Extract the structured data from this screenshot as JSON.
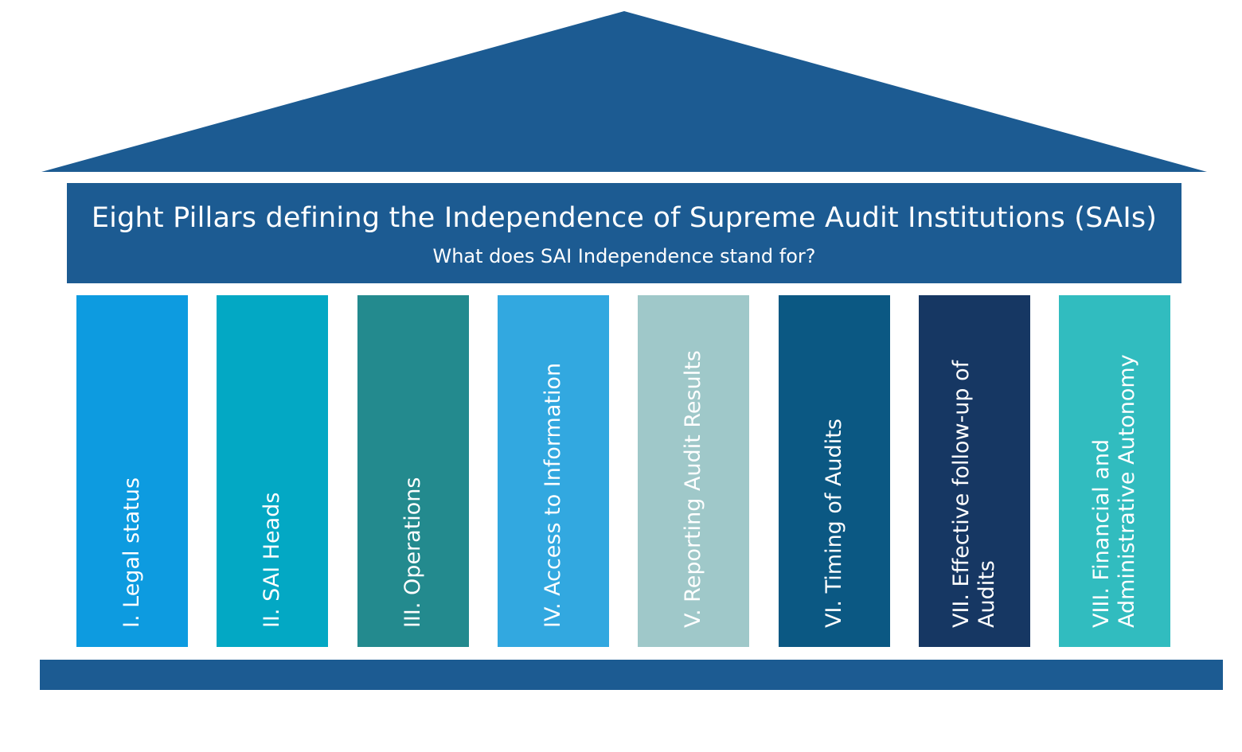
{
  "header": {
    "title": "Eight Pillars defining the Independence of Supreme Audit Institutions (SAIs)",
    "subtitle": "What does SAI Independence stand for?"
  },
  "colors": {
    "structure": "#1c5b92"
  },
  "pillars": [
    {
      "label": "I. Legal status",
      "color": "#0d9be0"
    },
    {
      "label": "II. SAI Heads",
      "color": "#03a8c4"
    },
    {
      "label": "III. Operations",
      "color": "#238a8e"
    },
    {
      "label": "IV. Access to Information",
      "color": "#32a8e0"
    },
    {
      "label": "V. Reporting Audit Results",
      "color": "#9fc8c9"
    },
    {
      "label": "VI. Timing of Audits",
      "color": "#0b5883"
    },
    {
      "label": "VII. Effective follow-up of Audits",
      "color": "#163763"
    },
    {
      "label": "VIII. Financial and Administrative Autonomy",
      "color": "#31bcbf"
    }
  ]
}
